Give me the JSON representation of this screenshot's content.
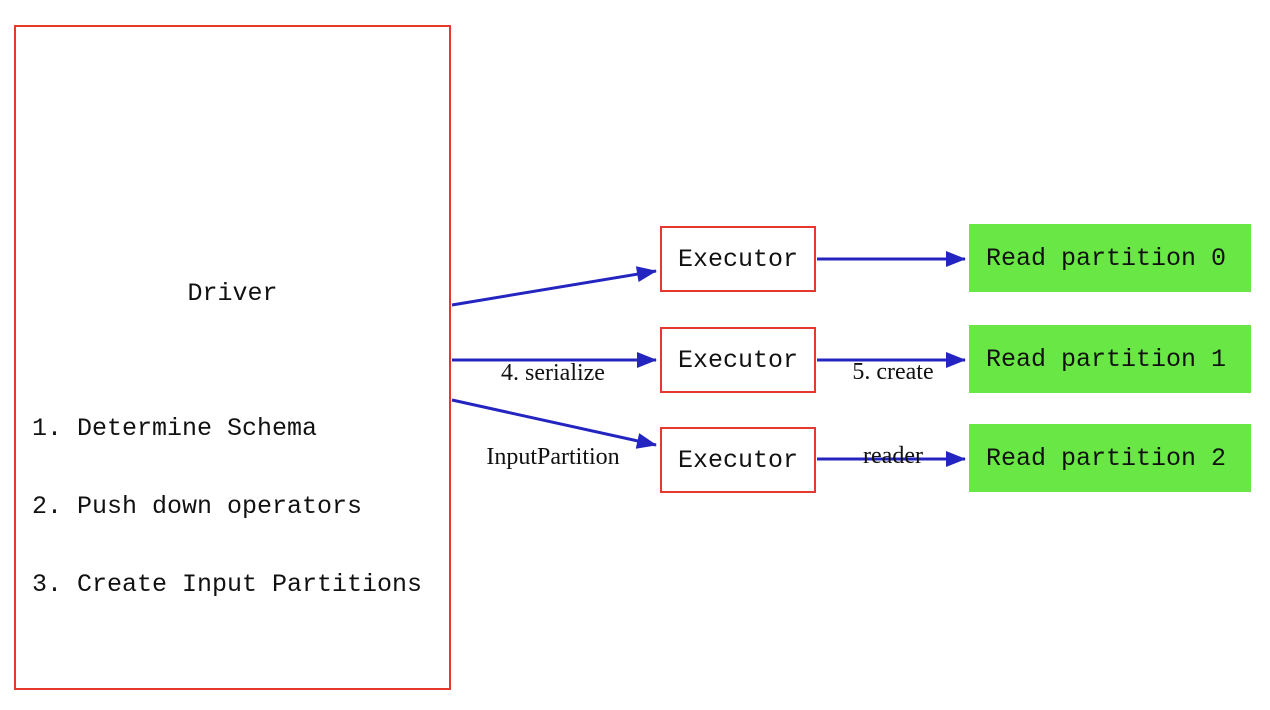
{
  "colors": {
    "background": "#ffffff",
    "box-red": "#e5392e",
    "arrow-blue": "#2424c0",
    "partition-green": "#69e845",
    "text": "#111111"
  },
  "driver": {
    "title": "Driver",
    "steps": [
      "1. Determine Schema",
      "2. Push down operators",
      "3. Create Input Partitions"
    ]
  },
  "executors": [
    {
      "label": "Executor"
    },
    {
      "label": "Executor"
    },
    {
      "label": "Executor"
    }
  ],
  "partitions": [
    {
      "label": "Read partition 0"
    },
    {
      "label": "Read partition 1"
    },
    {
      "label": "Read partition 2"
    }
  ],
  "edge_labels": {
    "serialize_line1": "4. serialize",
    "serialize_line2": "InputPartition",
    "reader_line1": "5. create",
    "reader_line2": "reader"
  }
}
